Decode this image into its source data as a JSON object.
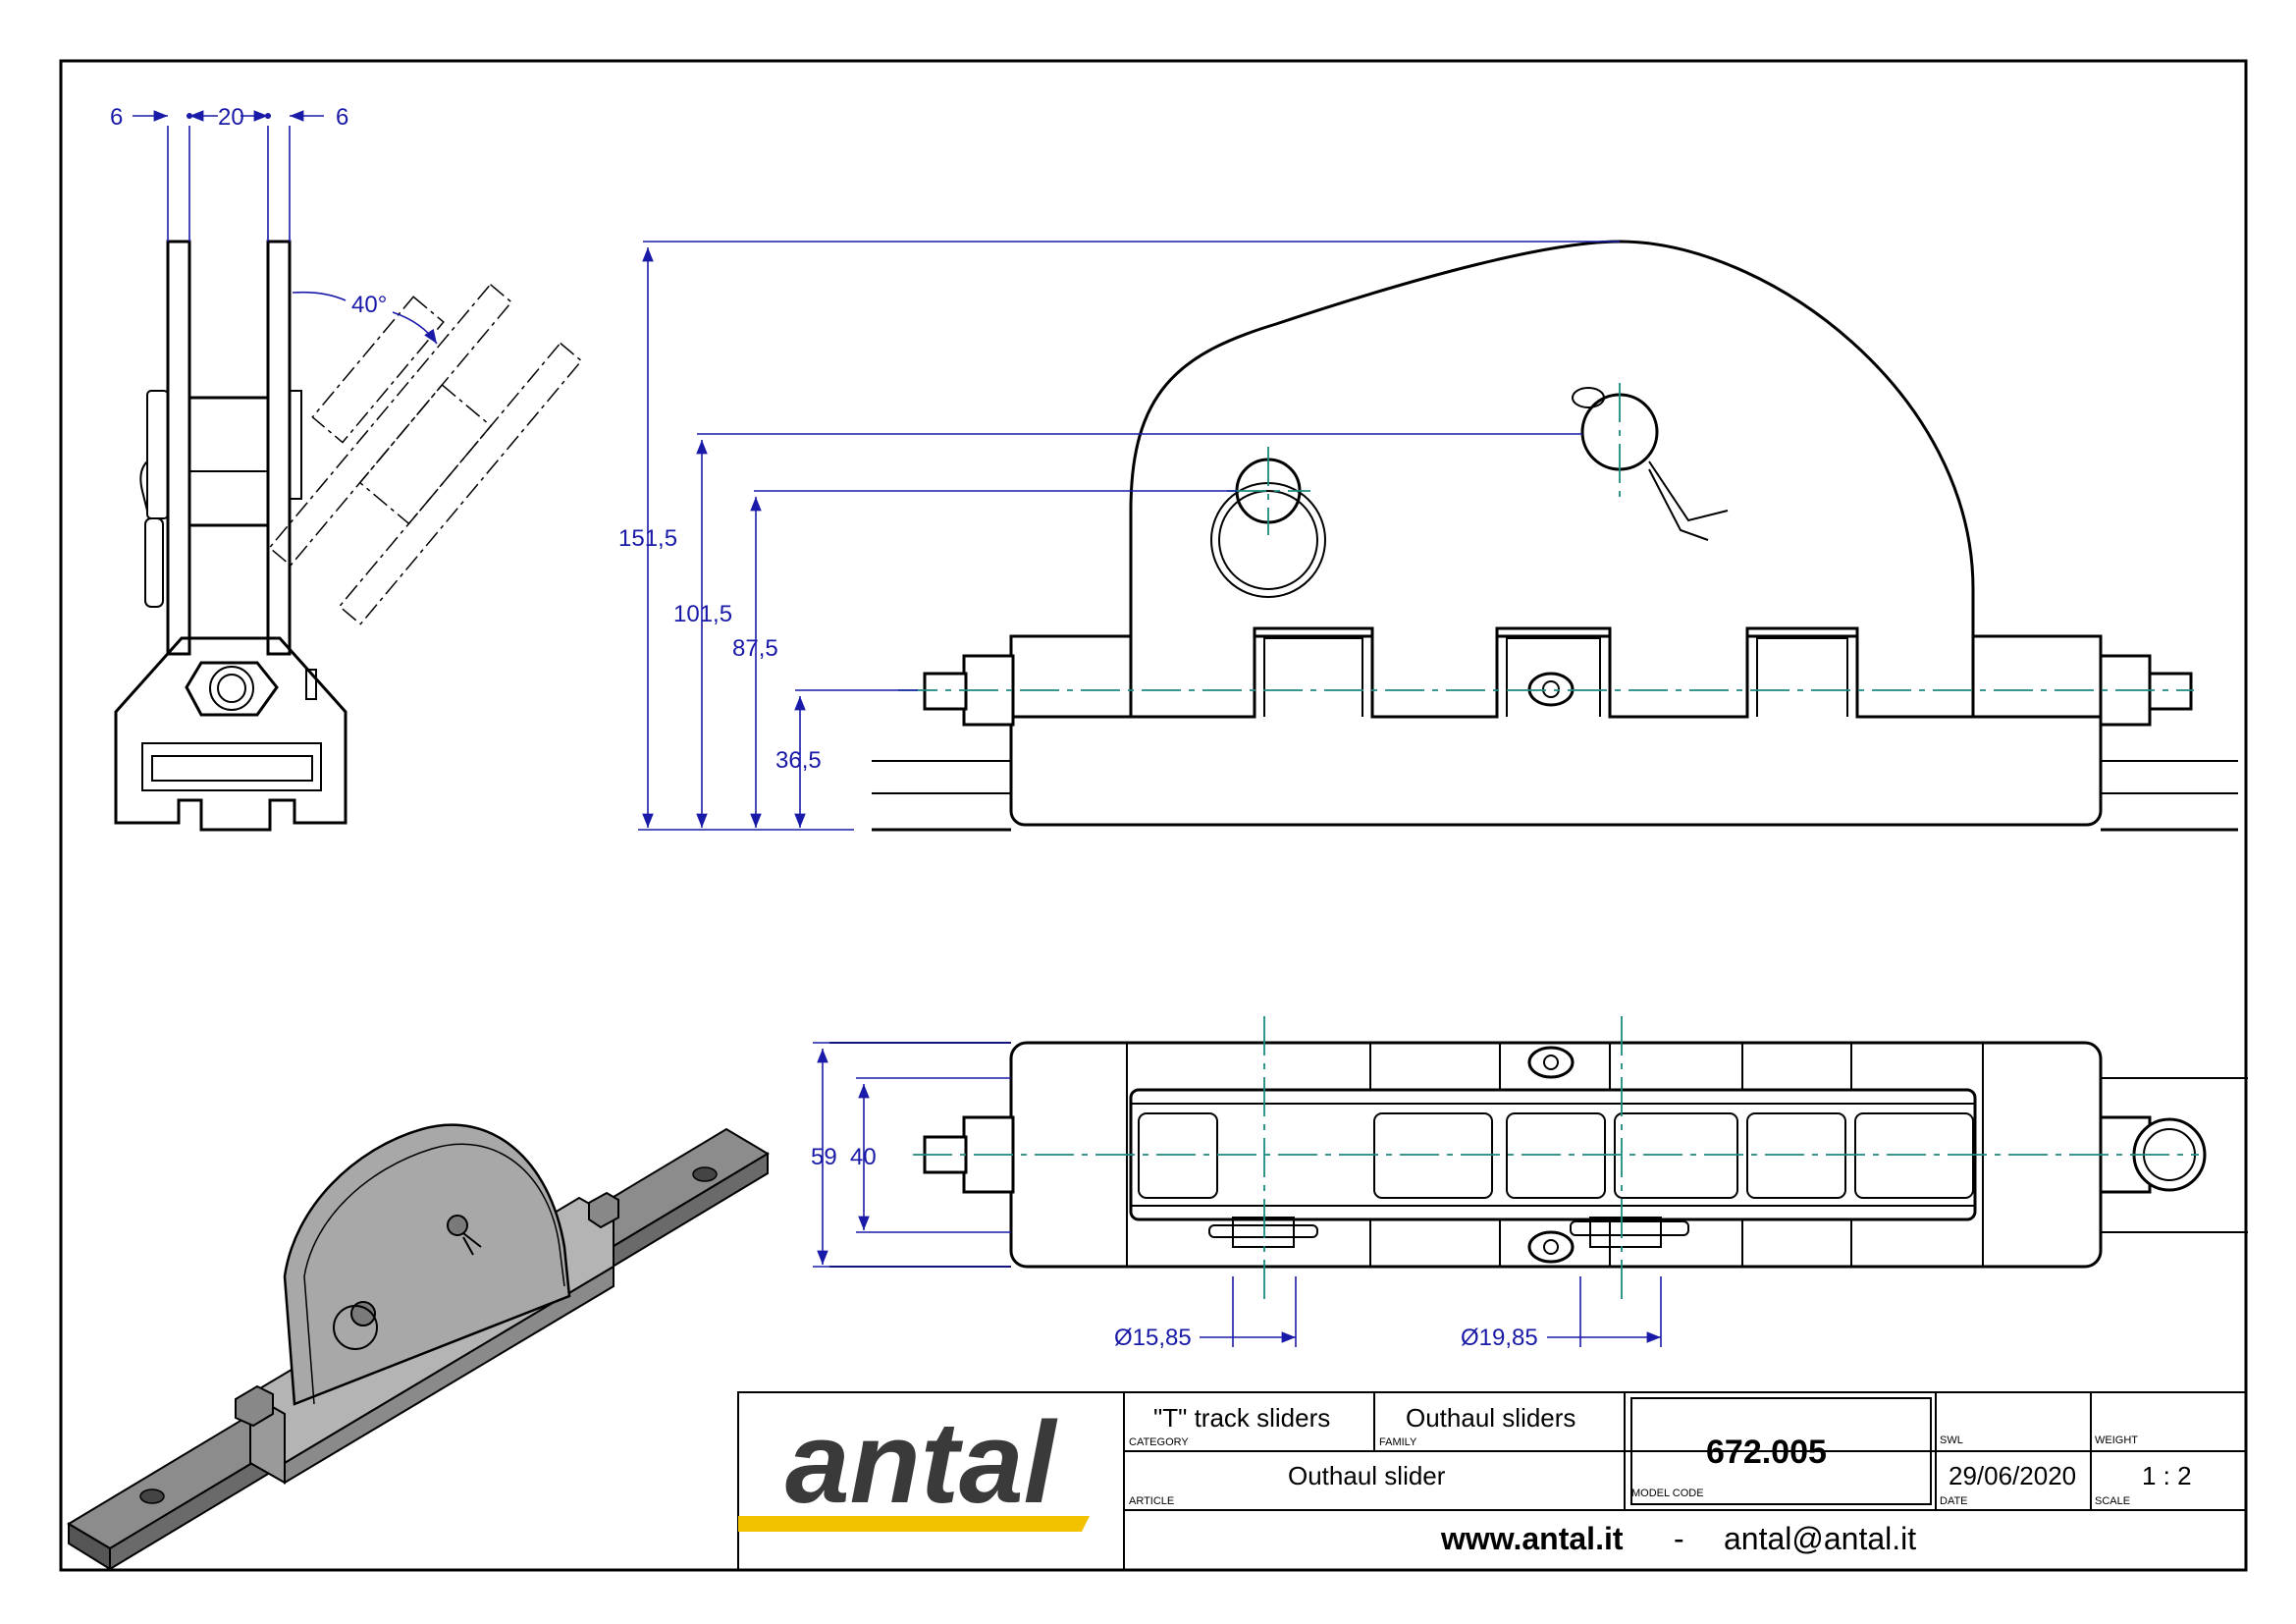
{
  "dimensions": {
    "front_width_left": "6",
    "front_width_mid": "20",
    "front_width_right": "6",
    "angle": "40°",
    "height_total": "151,5",
    "height_pin_upper": "101,5",
    "height_pin_lower": "87,5",
    "height_axis": "36,5",
    "plan_width_outer": "59",
    "plan_width_inner": "40",
    "pin_dia_small": "Ø15,85",
    "pin_dia_large": "Ø19,85"
  },
  "title_block": {
    "logo": "antal",
    "category_value": "\"T\" track sliders",
    "category_label": "CATEGORY",
    "family_value": "Outhaul sliders",
    "family_label": "FAMILY",
    "article_value": "Outhaul slider",
    "article_label": "ARTICLE",
    "model_code_value": "672.005",
    "model_code_label": "MODEL CODE",
    "swl_label": "SWL",
    "weight_label": "WEIGHT",
    "date_value": "29/06/2020",
    "date_label": "DATE",
    "scale_value": "1 : 2",
    "scale_label": "SCALE",
    "website": "www.antal.it",
    "separator": "-",
    "email": "antal@antal.it"
  },
  "colors": {
    "dimension": "#1a1aa8",
    "centerline": "#1c8a80",
    "logo_text": "#3a3a3a",
    "logo_stripe": "#f2c200"
  }
}
